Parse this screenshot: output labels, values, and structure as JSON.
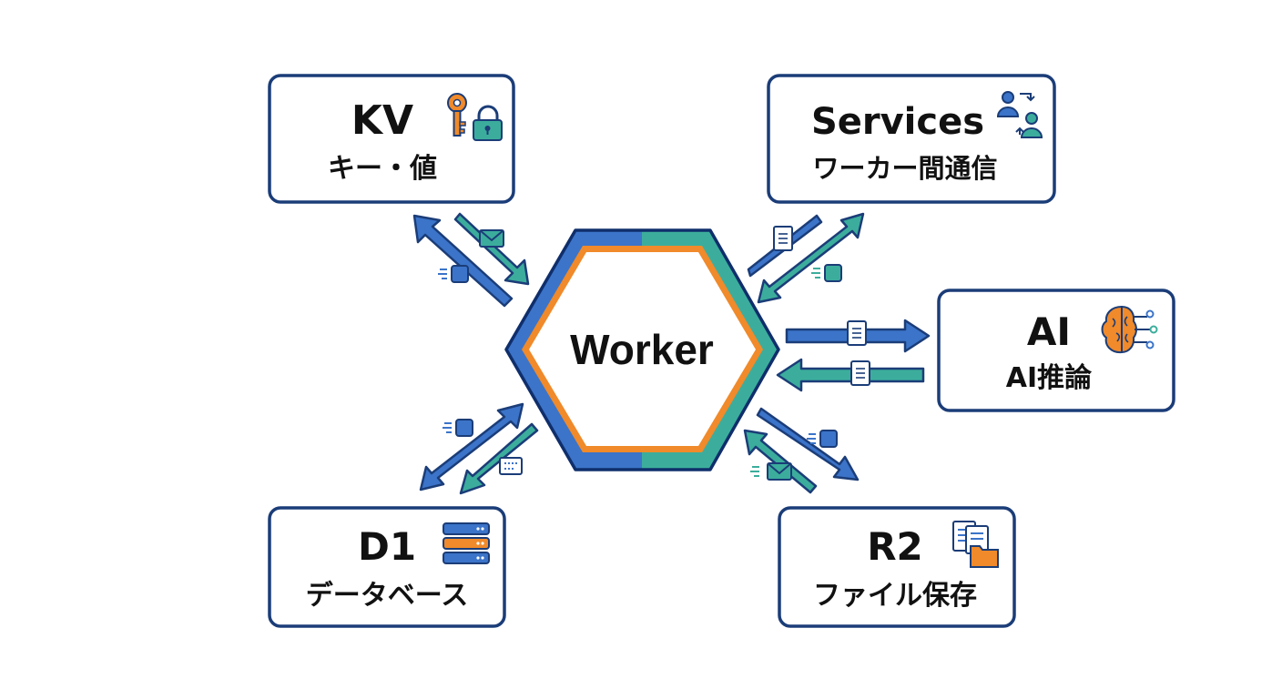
{
  "center": {
    "label": "Worker"
  },
  "nodes": {
    "kv": {
      "title": "KV",
      "subtitle": "キー・値",
      "icon": "key-lock-icon"
    },
    "services": {
      "title": "Services",
      "subtitle": "ワーカー間通信",
      "icon": "users-exchange-icon"
    },
    "ai": {
      "title": "AI",
      "subtitle": "AI推論",
      "icon": "brain-circuit-icon"
    },
    "d1": {
      "title": "D1",
      "subtitle": "データベース",
      "icon": "database-icon"
    },
    "r2": {
      "title": "R2",
      "subtitle": "ファイル保存",
      "icon": "file-folder-icon"
    }
  },
  "colors": {
    "blue": "#3b74c9",
    "teal": "#3cad9c",
    "orange": "#f08a2a",
    "navy": "#0f2e6b",
    "box_border": "#1b3d78"
  }
}
